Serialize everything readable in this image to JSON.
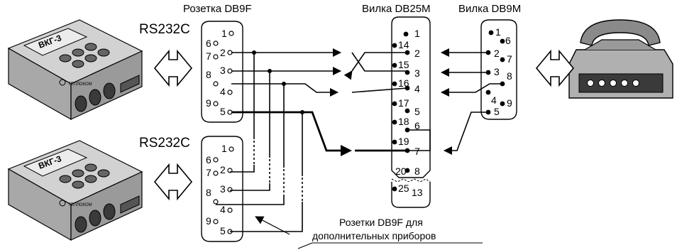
{
  "labels": {
    "socket_db9f": "Розетка DB9F",
    "plug_db25m": "Вилка DB25M",
    "plug_db9m": "Вилка DB9M",
    "rs232_top": "RS232C",
    "rs232_bottom": "RS232C",
    "extra_line1": "Розетки DB9F для",
    "extra_line2": "дополнительных приборов"
  },
  "device": {
    "name": "ВКГ-3",
    "brand": "ТЕПЛОКОМ"
  },
  "db9f_top": {
    "pins": [
      "1",
      "6",
      "7",
      "2",
      "8",
      "3",
      "4",
      "9",
      "5"
    ]
  },
  "db9f_bottom": {
    "pins": [
      "1",
      "6",
      "7",
      "2",
      "8",
      "3",
      "4",
      "9",
      "5"
    ]
  },
  "db25m": {
    "left_pins": [
      "14",
      "15",
      "16",
      "17",
      "18",
      "19",
      "20",
      "25"
    ],
    "right_pins": [
      "1",
      "2",
      "3",
      "4",
      "5",
      "6",
      "7",
      "8",
      "13"
    ]
  },
  "db9m": {
    "pins": [
      "1",
      "6",
      "2",
      "7",
      "3",
      "8",
      "4",
      "9",
      "5"
    ]
  },
  "colors": {
    "ink": "#000000",
    "device_body": "#b9b9b9",
    "device_dark": "#3a3a3a",
    "background": "#ffffff"
  }
}
